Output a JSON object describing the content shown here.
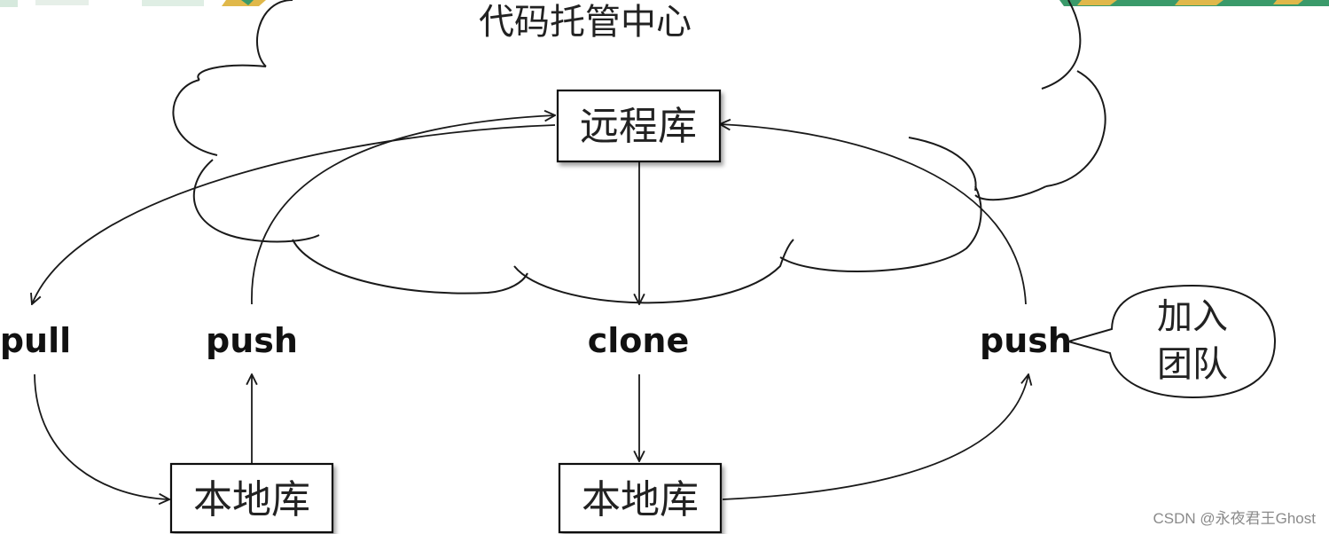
{
  "diagram": {
    "title": "代码托管中心",
    "remote_repo": "远程库",
    "local_repo_left": "本地库",
    "local_repo_right": "本地库",
    "ops": {
      "pull": "pull",
      "push_left": "push",
      "clone": "clone",
      "push_right": "push"
    },
    "callout_line1": "加入",
    "callout_line2": "团队"
  },
  "watermark": "CSDN @永夜君王Ghost",
  "colors": {
    "stroke": "#1a1a1a",
    "banner_green": "#3a9a6a",
    "banner_yellow": "#e0b84a"
  }
}
